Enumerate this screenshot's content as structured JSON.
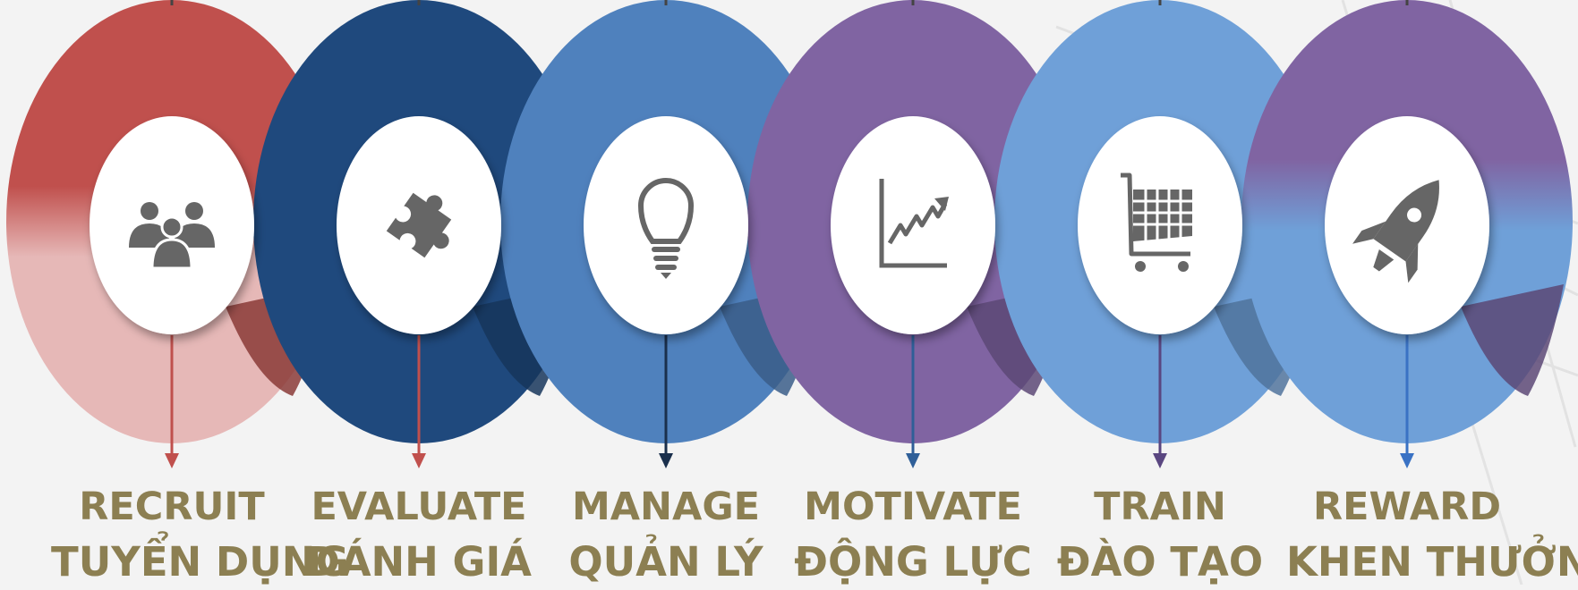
{
  "diagram": {
    "steps": [
      {
        "en": "RECRUIT",
        "vi": "TUYỂN DỤNG",
        "color": "#c0504d",
        "icon": "people-group-icon"
      },
      {
        "en": "EVALUATE",
        "vi": "ĐÁNH GIÁ",
        "color": "#1f497d",
        "icon": "puzzle-piece-icon"
      },
      {
        "en": "MANAGE",
        "vi": "QUẢN LÝ",
        "color": "#4f81bd",
        "icon": "lightbulb-icon"
      },
      {
        "en": "MOTIVATE",
        "vi": "ĐỘNG LỰC",
        "color": "#8064a2",
        "icon": "growth-chart-icon"
      },
      {
        "en": "TRAIN",
        "vi": "ĐÀO TẠO",
        "color": "#6fa0d8",
        "icon": "shopping-cart-icon"
      },
      {
        "en": "REWARD",
        "vi": "KHEN THƯỞNG",
        "color": "#8064a2",
        "icon": "rocket-icon"
      }
    ],
    "label_color": "#8c7f52",
    "icon_color": "#666666"
  }
}
